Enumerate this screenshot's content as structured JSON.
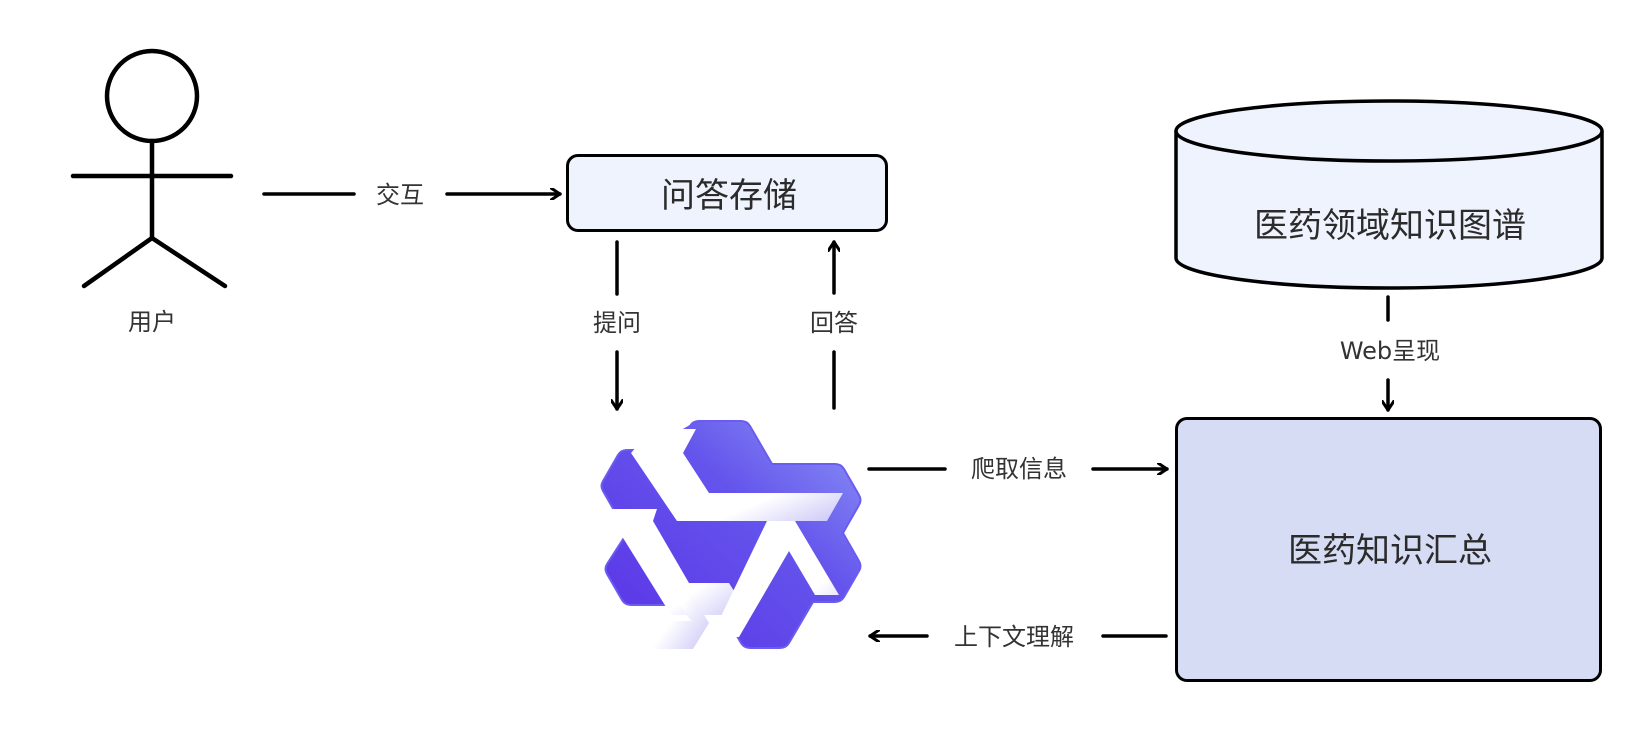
{
  "diagram": {
    "actor": {
      "label": "用户",
      "icon": "stick-figure-user-icon"
    },
    "nodes": {
      "qa_storage": {
        "label": "问答存储",
        "fill": "#eef3fd"
      },
      "knowledge_graph": {
        "label": "医药领域知识图谱",
        "shape": "cylinder",
        "fill": "#eef3fd"
      },
      "knowledge_summary": {
        "label": "医药知识汇总",
        "fill": "#d7dcf5"
      },
      "llm_logo": {
        "icon": "qwen-logo-icon",
        "colors": [
          "#5b3fe3",
          "#6e6cf0",
          "#8a8ff5"
        ]
      }
    },
    "edges": {
      "interact": {
        "label": "交互",
        "from": "用户",
        "to": "问答存储"
      },
      "ask": {
        "label": "提问",
        "from": "问答存储",
        "to": "qwen-logo"
      },
      "answer": {
        "label": "回答",
        "from": "qwen-logo",
        "to": "问答存储"
      },
      "web_present": {
        "label": "Web呈现",
        "from": "医药领域知识图谱",
        "to": "医药知识汇总"
      },
      "crawl": {
        "label": "爬取信息",
        "from": "qwen-logo",
        "to": "医药知识汇总"
      },
      "context": {
        "label": "上下文理解",
        "from": "医药知识汇总",
        "to": "qwen-logo"
      }
    },
    "stroke_color": "#000000",
    "text_color": "#333333"
  }
}
